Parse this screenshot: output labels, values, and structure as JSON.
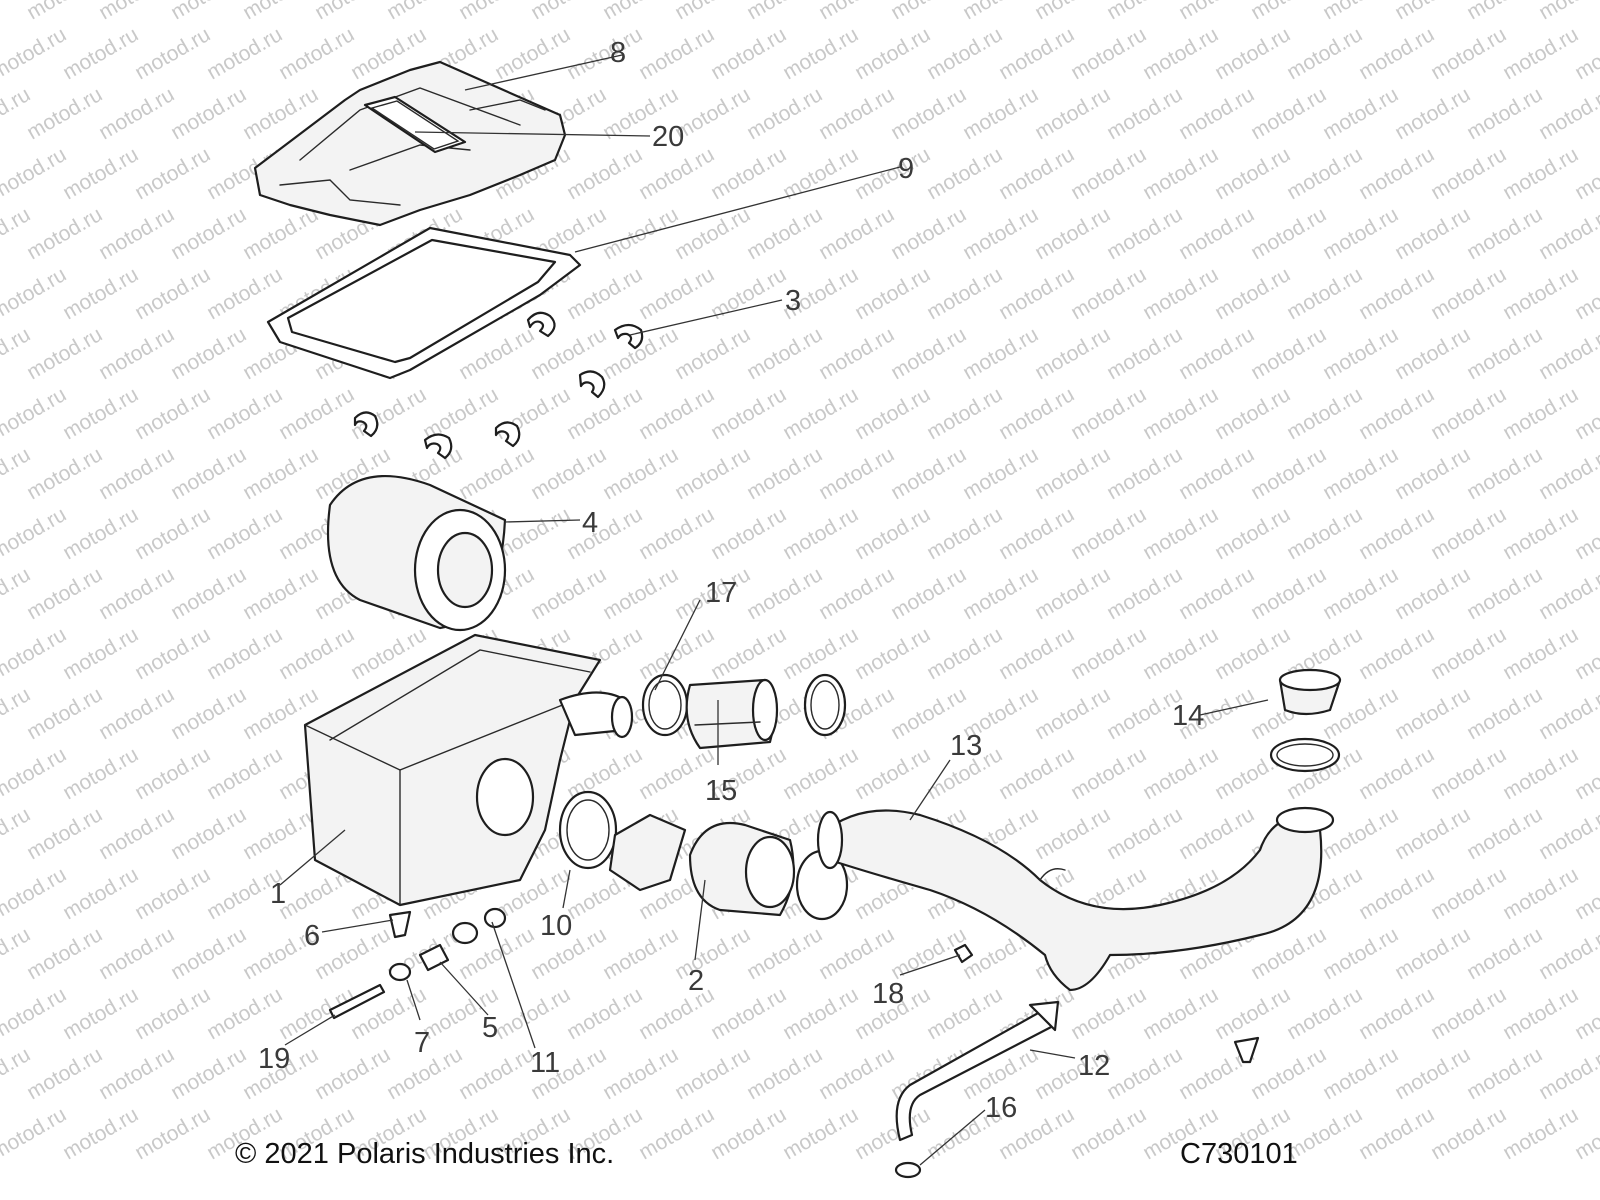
{
  "watermark": {
    "text": "motod.ru"
  },
  "footer": {
    "copyright": "© 2021 Polaris Industries Inc.",
    "diagram_code": "C730101"
  },
  "callouts": {
    "c1": "1",
    "c2": "2",
    "c3": "3",
    "c4": "4",
    "c5": "5",
    "c6": "6",
    "c7": "7",
    "c8": "8",
    "c9": "9",
    "c10": "10",
    "c11": "11",
    "c12": "12",
    "c13": "13",
    "c14": "14",
    "c15": "15",
    "c16": "16",
    "c17": "17",
    "c18": "18",
    "c19": "19",
    "c20": "20"
  }
}
